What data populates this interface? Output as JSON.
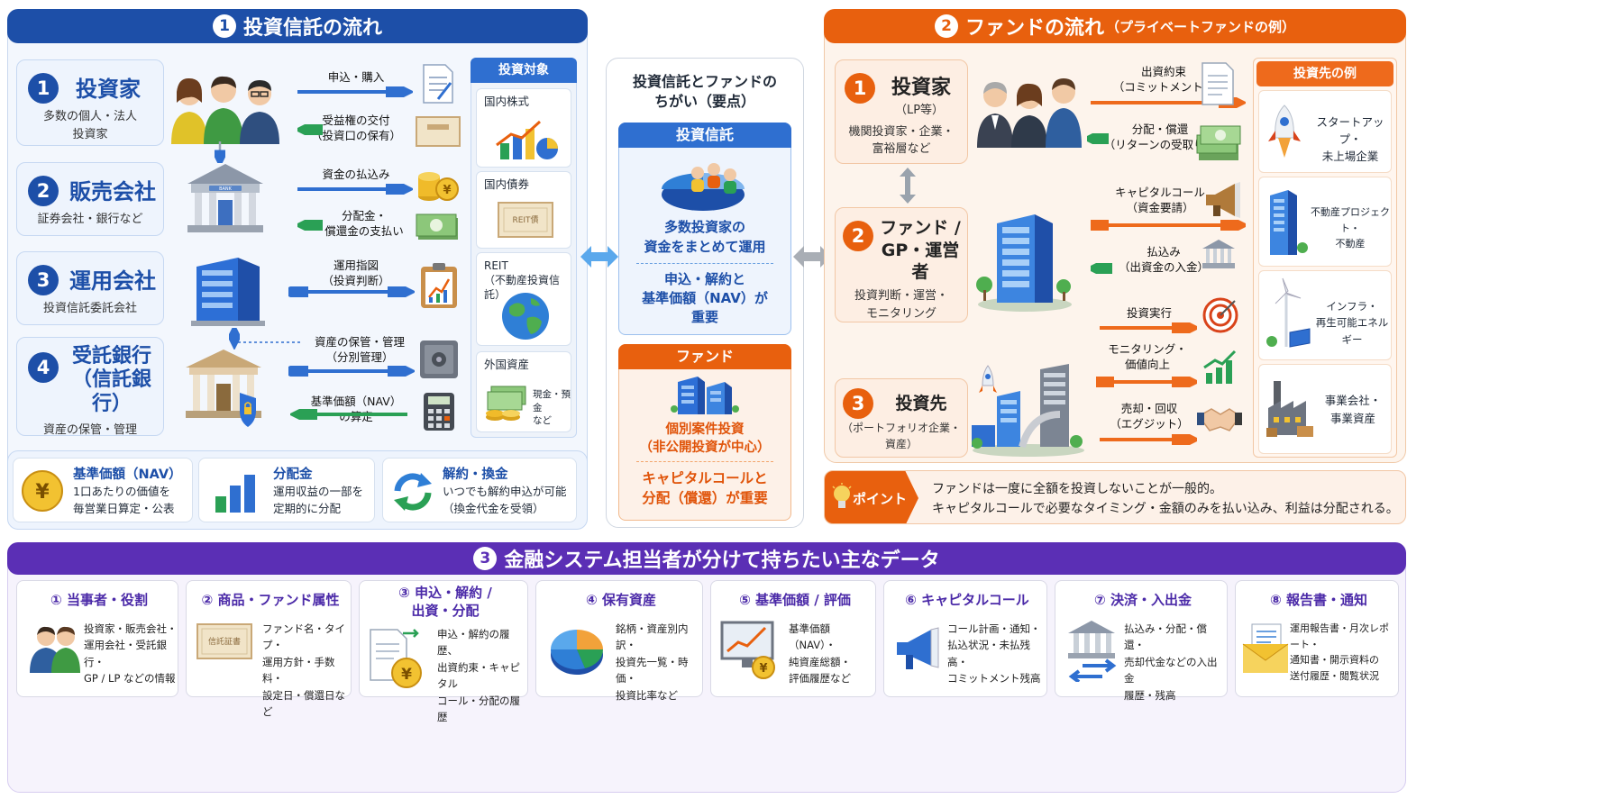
{
  "section1": {
    "num": "1",
    "title": "投資信託の流れ",
    "roles": [
      {
        "num": "1",
        "title": "投資家",
        "sub": "多数の個人・法人\n投資家"
      },
      {
        "num": "2",
        "title": "販売会社",
        "sub": "証券会社・銀行など"
      },
      {
        "num": "3",
        "title": "運用会社",
        "sub": "投資信託委託会社"
      },
      {
        "num": "4",
        "title": "受託銀行\n（信託銀行）",
        "sub": "資産の保管・管理"
      }
    ],
    "flows": [
      "申込・購入",
      "受益権の交付\n（投資口の保有）",
      "資金の払込み",
      "分配金・\n償還金の支払い",
      "運用指図\n（投資判断）",
      "資産の保管・管理\n（分別管理）",
      "基準価額（NAV）\nの算定"
    ],
    "targets_title": "投資対象",
    "targets": [
      "国内株式",
      "国内債券",
      "REIT\n（不動産投資信託）",
      "外国資産"
    ],
    "target_note": "現金・預金\nなど",
    "bond_label": "REIT債",
    "bank_sign": "BANK",
    "features": [
      {
        "title": "基準価額（NAV）",
        "desc": "1口あたりの価値を\n毎営業日算定・公表",
        "glyph": "¥"
      },
      {
        "title": "分配金",
        "desc": "運用収益の一部を\n定期的に分配",
        "glyph": ""
      },
      {
        "title": "解約・換金",
        "desc": "いつでも解約申込が可能\n（換金代金を受領）",
        "glyph": ""
      }
    ]
  },
  "middle": {
    "title": "投資信託とファンドの\nちがい（要点）",
    "trust_label": "投資信託",
    "trust_text": "多数投資家の\n資金をまとめて運用",
    "trust_text2": "申込・解約と\n基準価額（NAV）が\n重要",
    "fund_label": "ファンド",
    "fund_text": "個別案件投資\n（非公開投資が中心）",
    "fund_text2": "キャピタルコールと\n分配（償還）が重要"
  },
  "section2": {
    "num": "2",
    "title": "ファンドの流れ",
    "subtitle": "（プライベートファンドの例）",
    "roles": [
      {
        "num": "1",
        "title": "投資家",
        "sub1": "（LP等）",
        "sub": "機関投資家・企業・\n富裕層など"
      },
      {
        "num": "2",
        "title": "ファンド /\nGP・運営者",
        "sub": "投資判断・運営・\nモニタリング"
      },
      {
        "num": "3",
        "title": "投資先",
        "sub": "（ポートフォリオ企業・\n資産）"
      }
    ],
    "flows": [
      "出資約束\n（コミットメント）",
      "分配・償還\n（リターンの受取り）",
      "キャピタルコール\n（資金要請）",
      "払込み\n（出資金の入金）",
      "投資実行",
      "モニタリング・\n価値向上",
      "売却・回収\n（エグジット）"
    ],
    "targets_title": "投資先の例",
    "targets": [
      "スタートアップ・\n未上場企業",
      "不動産プロジェクト・\n不動産",
      "インフラ・\n再生可能エネルギー",
      "事業会社・\n事業資産"
    ],
    "point_label": "ポイント",
    "point_text": "ファンドは一度に全額を投資しないことが一般的。\nキャピタルコールで必要なタイミング・金額のみを払い込み、利益は分配される。"
  },
  "section3": {
    "num": "3",
    "title": "金融システム担当者が分けて持ちたい主なデータ",
    "cards": [
      {
        "num": "①",
        "title": "当事者・役割",
        "desc": "投資家・販売会社・\n運用会社・受託銀行・\nGP / LP などの情報"
      },
      {
        "num": "②",
        "title": "商品・ファンド属性",
        "desc": "ファンド名・タイプ・\n運用方針・手数料・\n設定日・償還日など",
        "label": "信託証書"
      },
      {
        "num": "③",
        "title": "申込・解約 /\n出資・分配",
        "desc": "申込・解約の履歴、\n出資約束・キャピタル\nコール・分配の履歴"
      },
      {
        "num": "④",
        "title": "保有資産",
        "desc": "銘柄・資産別内訳・\n投資先一覧・時価・\n投資比率など"
      },
      {
        "num": "⑤",
        "title": "基準価額 / 評価",
        "desc": "基準価額（NAV）・\n純資産総額・\n評価履歴など"
      },
      {
        "num": "⑥",
        "title": "キャピタルコール",
        "desc": "コール計画・通知・\n払込状況・未払残高・\nコミットメント残高"
      },
      {
        "num": "⑦",
        "title": "決済・入出金",
        "desc": "払込み・分配・償還・\n売却代金などの入出金\n履歴・残高"
      },
      {
        "num": "⑧",
        "title": "報告書・通知",
        "desc": "運用報告書・月次レポート・\n通知書・開示資料の\n送付履歴・閲覧状況"
      }
    ]
  },
  "colors": {
    "blue": "#1d4fa8",
    "orange": "#e8600e",
    "purple": "#5b2fb5",
    "green": "#2aa055"
  }
}
